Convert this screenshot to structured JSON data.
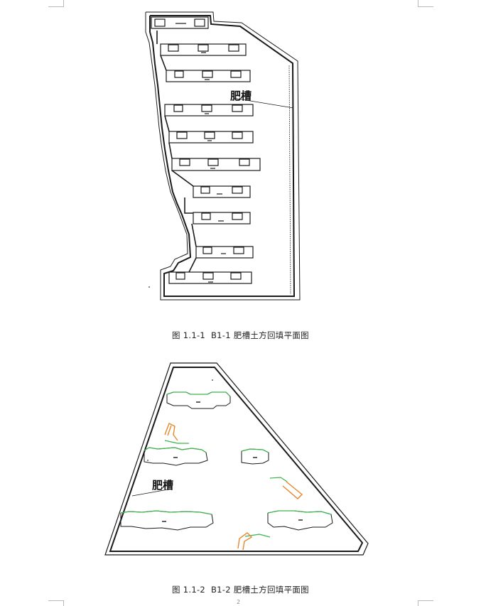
{
  "figure1": {
    "label": "肥槽",
    "caption_number": "图 1.1-1",
    "caption_text": "B1-1 肥槽土方回填平面图"
  },
  "figure2": {
    "label": "肥槽",
    "caption_number": "图 1.1-2",
    "caption_text": "B1-2 肥槽土方回填平面图"
  },
  "page_number": "2",
  "colors": {
    "line": "#1a1a1a",
    "green": "#3cb44b",
    "orange": "#e8862a"
  }
}
